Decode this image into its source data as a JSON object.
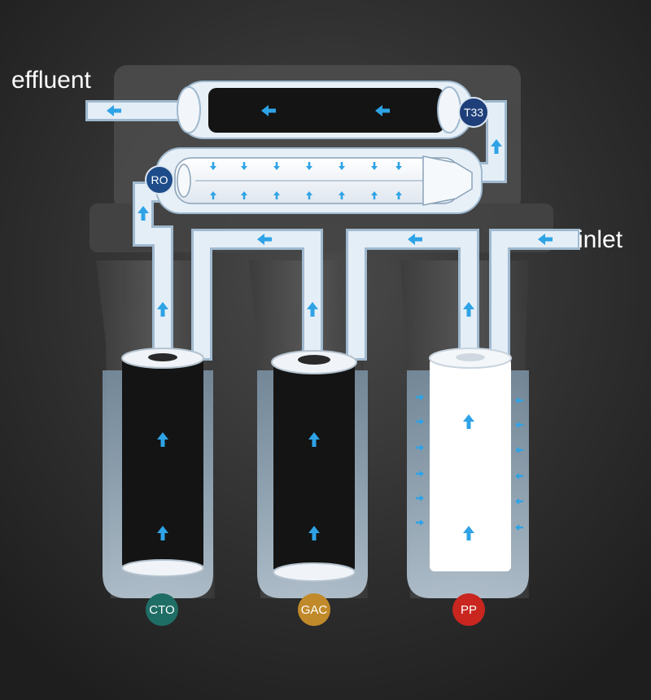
{
  "labels": {
    "effluent": "effluent",
    "inlet": "inlet"
  },
  "stages": [
    {
      "id": "cto",
      "label": "CTO",
      "color": "#1f6e66"
    },
    {
      "id": "gac",
      "label": "GAC",
      "color": "#c08a2a"
    },
    {
      "id": "pp",
      "label": "PP",
      "color": "#c8261f"
    },
    {
      "id": "ro",
      "label": "RO",
      "color": "#1e4c8a"
    },
    {
      "id": "t33",
      "label": "T33",
      "color": "#1e3f7a"
    }
  ],
  "colors": {
    "background": "#2a2a2a",
    "pipe_fill": "#dde9f5",
    "flow_arrow": "#2ea3e6",
    "water": "#9eb4c6",
    "carbon_cartridge": "#141414",
    "pp_cartridge": "#ffffff"
  },
  "icons": {
    "flow_direction": "arrow-icon"
  }
}
